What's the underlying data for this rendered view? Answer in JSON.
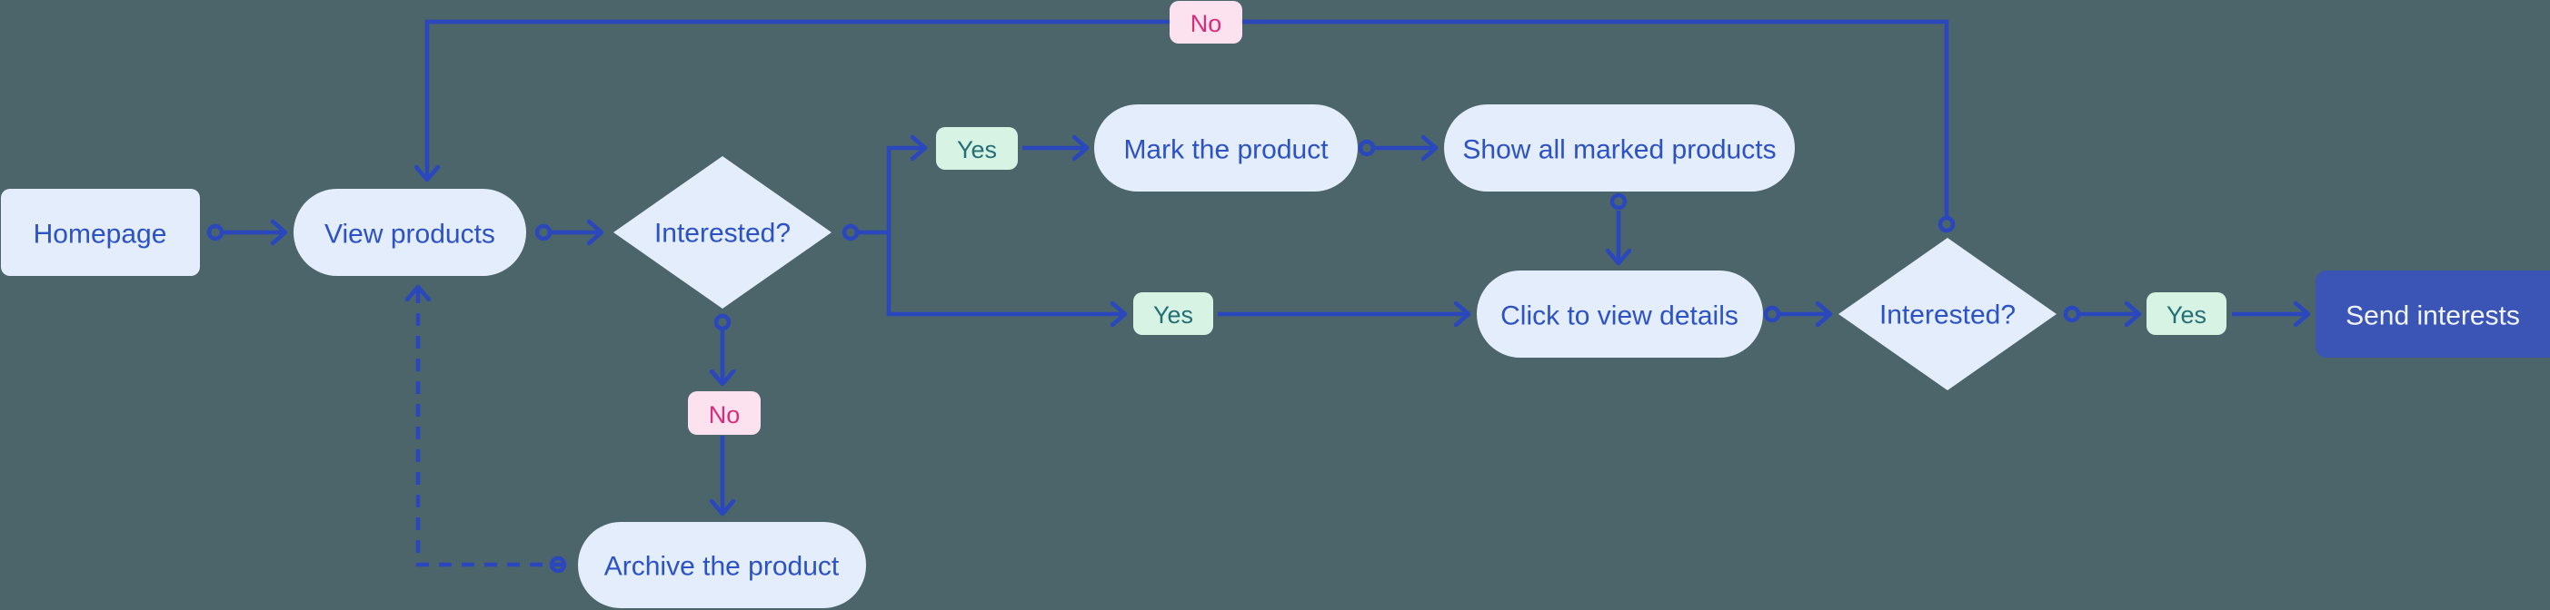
{
  "diagram": {
    "type": "flowchart",
    "direction": "left-to-right",
    "nodes": {
      "homepage": {
        "label": "Homepage",
        "shape": "rectangle"
      },
      "view_products": {
        "label": "View products",
        "shape": "pill"
      },
      "interested_1": {
        "label": "Interested?",
        "shape": "diamond"
      },
      "mark_product": {
        "label": "Mark the product",
        "shape": "pill"
      },
      "show_marked": {
        "label": "Show all marked products",
        "shape": "pill"
      },
      "click_details": {
        "label": "Click to view details",
        "shape": "pill"
      },
      "interested_2": {
        "label": "Interested?",
        "shape": "diamond"
      },
      "send_interests": {
        "label": "Send interests",
        "shape": "rectangle-filled"
      },
      "archive_product": {
        "label": "Archive the product",
        "shape": "pill"
      }
    },
    "edge_labels": {
      "yes_to_mark": "Yes",
      "yes_to_details": "Yes",
      "yes_to_send": "Yes",
      "no_loop_top": "No",
      "no_to_archive": "No"
    },
    "edges": [
      "homepage -> view_products",
      "view_products -> interested_1",
      "interested_1 -Yes-> mark_product",
      "mark_product -> show_marked",
      "show_marked -> click_details",
      "interested_1 -Yes-> click_details",
      "click_details -> interested_2",
      "interested_2 -Yes-> send_interests",
      "interested_2 -No-> view_products",
      "interested_1 -No-> archive_product",
      "archive_product -dashed-> view_products"
    ],
    "colors": {
      "background": "#4b656b",
      "node_fill": "#e3edfb",
      "node_text": "#2d52c4",
      "line": "#2a47be",
      "yes_badge_bg": "#d6f3e4",
      "yes_badge_text": "#266e75",
      "no_badge_bg": "#fce2ef",
      "no_badge_text": "#d62e7c",
      "send_bg": "#3a55b6",
      "send_text": "#f2f4fc"
    }
  }
}
